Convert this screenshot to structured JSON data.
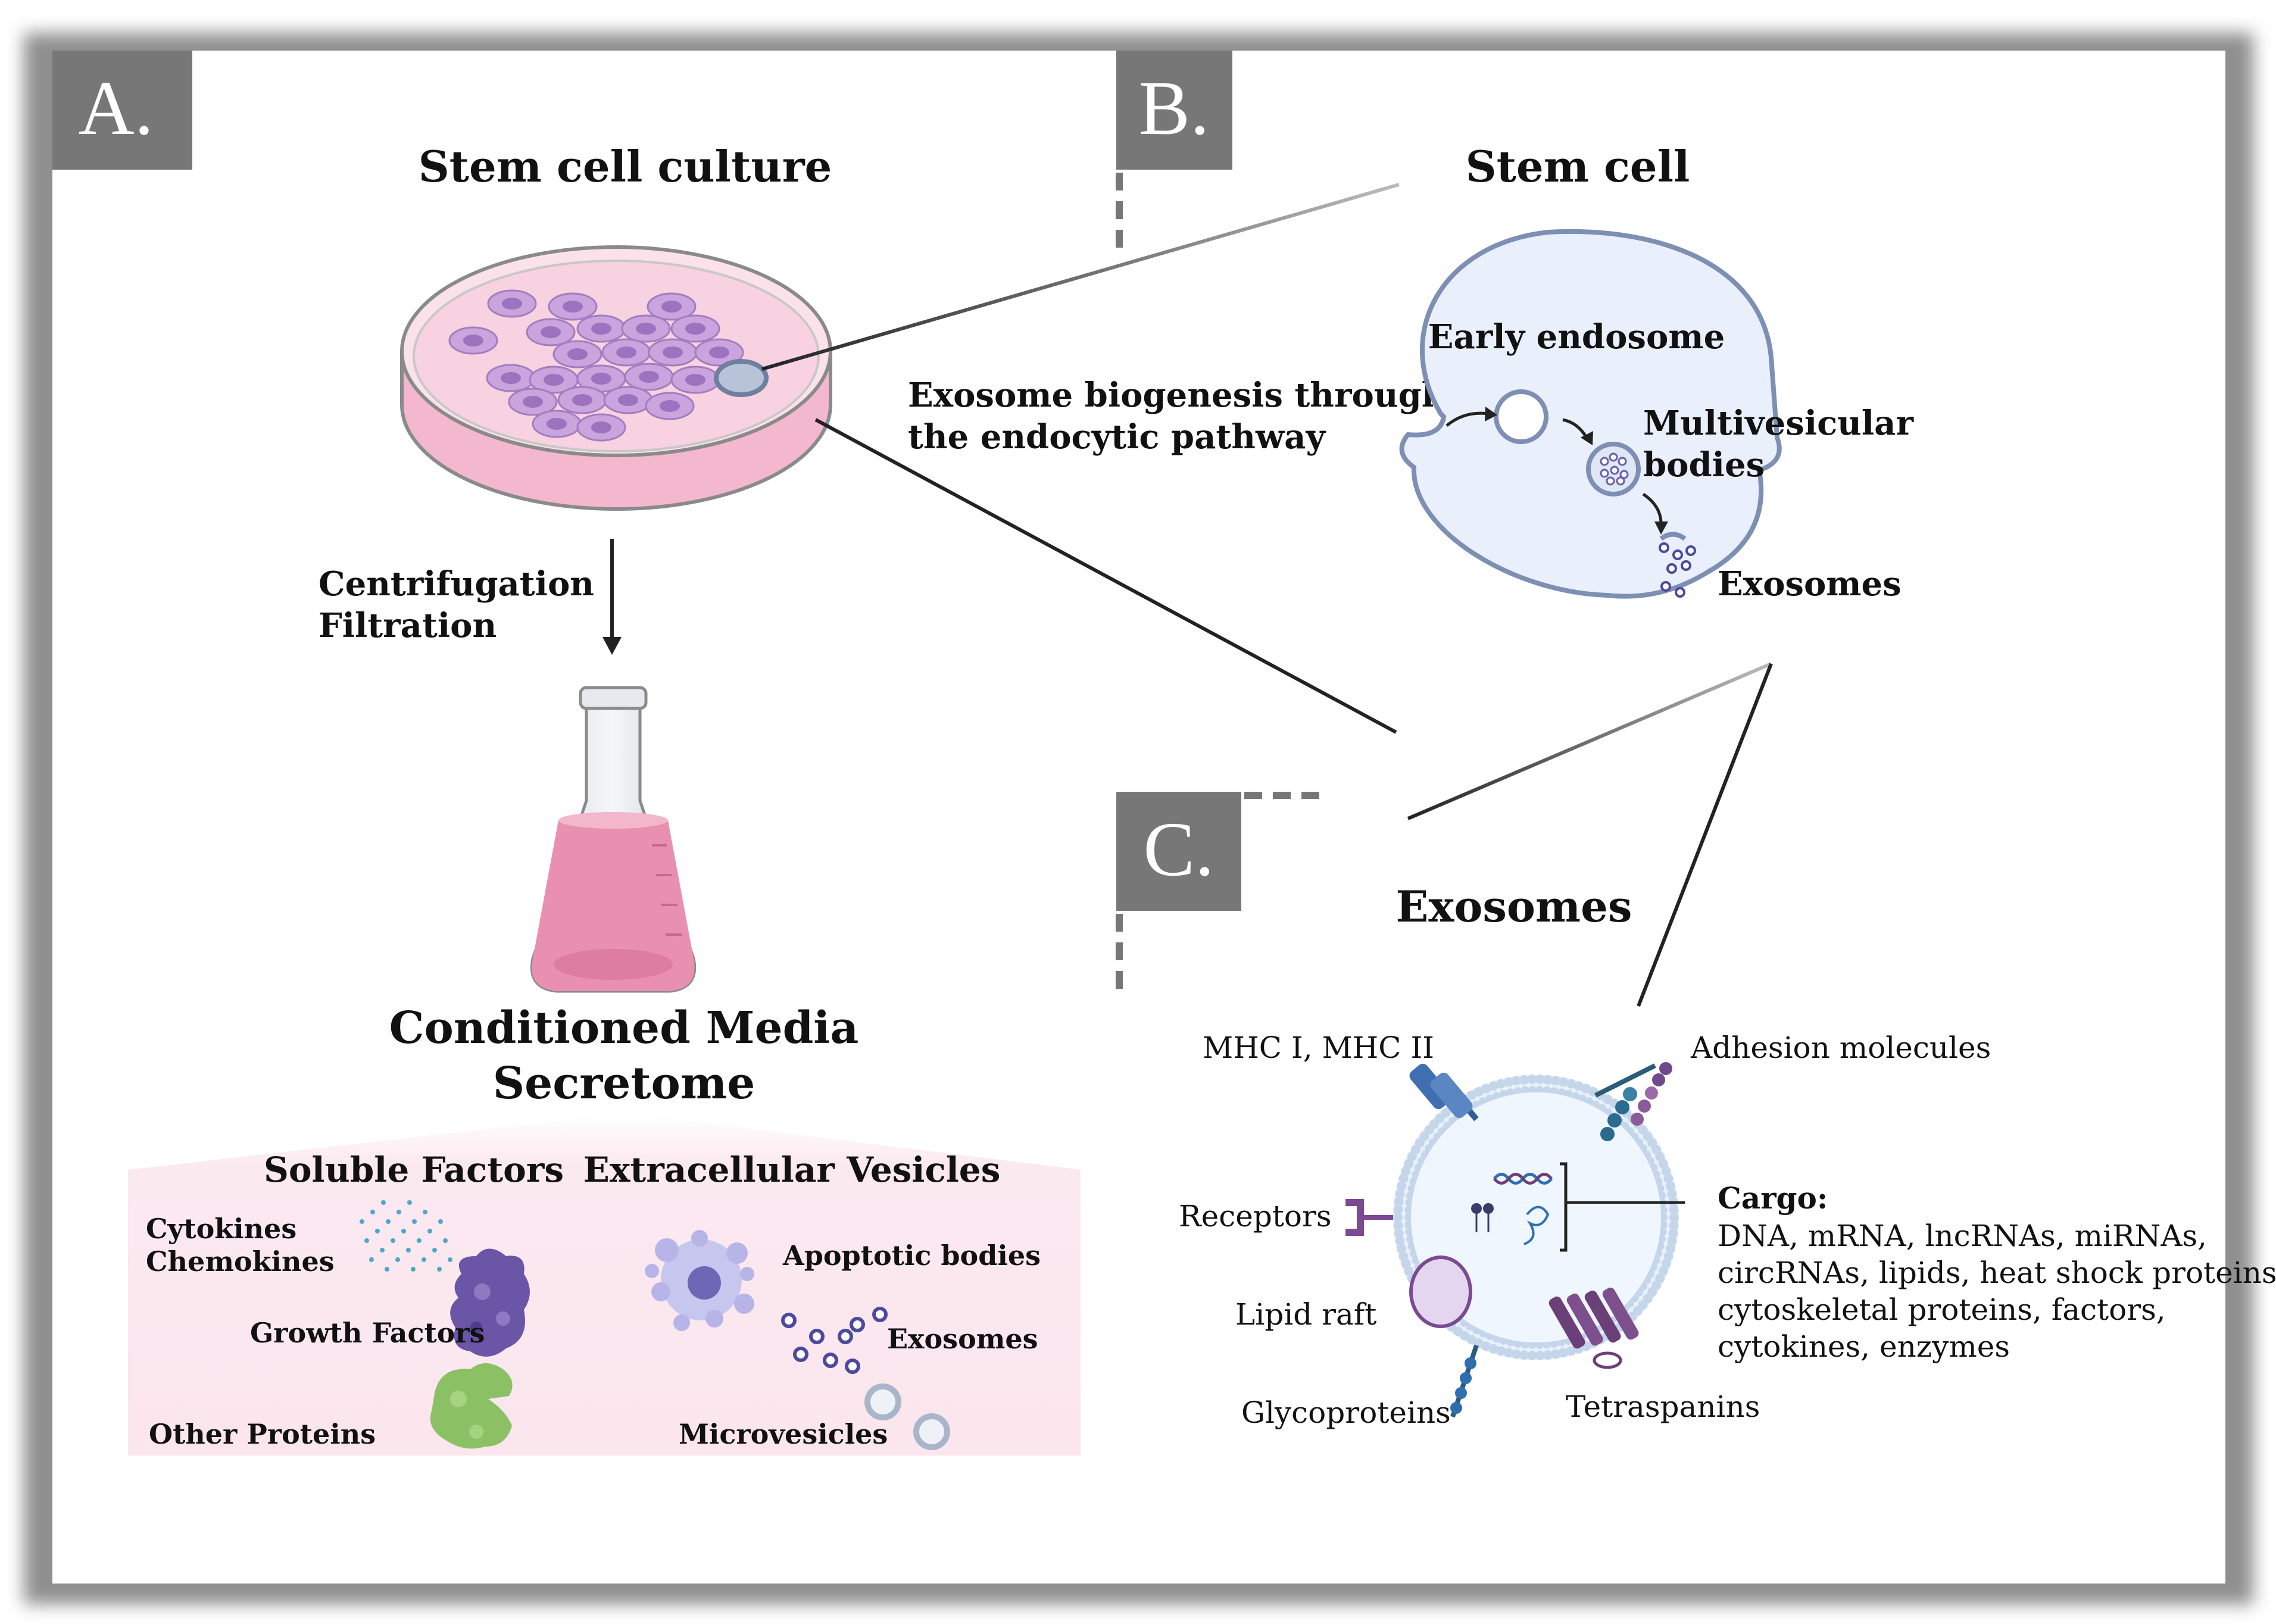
{
  "panels": {
    "a": {
      "label": "A.",
      "culture_title": "Stem cell culture",
      "process_line1": "Centrifugation",
      "process_line2": "Filtration",
      "media_title_line1": "Conditioned Media",
      "media_title_line2": "Secretome",
      "soluble": {
        "title": "Soluble Factors",
        "cytokines": "Cytokines",
        "chemokines": "Chemokines",
        "growth_factors": "Growth Factors",
        "other_proteins": "Other Proteins"
      },
      "vesicles": {
        "title": "Extracellular Vesicles",
        "apoptotic": "Apoptotic bodies",
        "exosomes": "Exosomes",
        "microvesicles": "Microvesicles"
      }
    },
    "b": {
      "label": "B.",
      "title": "Stem cell",
      "biogenesis_line1": "Exosome biogenesis through",
      "biogenesis_line2": "the endocytic pathway",
      "early_endosome": "Early endosome",
      "mvb_line1": "Multivesicular",
      "mvb_line2": "bodies",
      "exosomes": "Exosomes"
    },
    "c": {
      "label": "C.",
      "title": "Exosomes",
      "mhc": "MHC I, MHC II",
      "adhesion": "Adhesion molecules",
      "receptors": "Receptors",
      "lipid_raft": "Lipid raft",
      "glycoproteins": "Glycoproteins",
      "tetraspanins": "Tetraspanins",
      "cargo_title": "Cargo:",
      "cargo_lines": [
        "DNA, mRNA, lncRNAs, miRNAs,",
        "circRNAs, lipids, heat shock proteins,",
        "cytoskeletal proteins, factors,",
        "cytokines, enzymes"
      ]
    }
  },
  "colors": {
    "label_box": "#777777",
    "frame_shadow": "#9a9a9a",
    "dish_pink": "#f6c6d8",
    "cell_purple": "#b58ad0",
    "flask_liquid": "#e98fb0",
    "cell_fill": "#e9effb",
    "cell_stroke": "#7d8fb3",
    "vesicle_purple": "#6c5fb0",
    "secretome_bg": "#fbe8ef"
  }
}
